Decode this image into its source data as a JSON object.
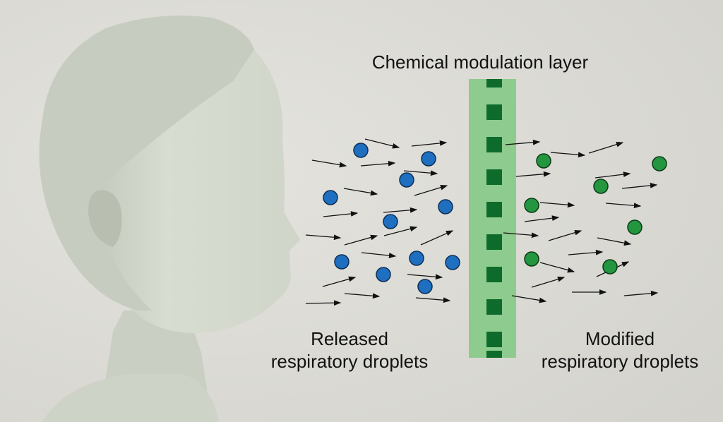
{
  "title": "Chemical modulation layer",
  "left_label": {
    "line1": "Released",
    "line2": "respiratory droplets"
  },
  "right_label": {
    "line1": "Modified",
    "line2": "respiratory droplets"
  },
  "colors": {
    "background": "#dddcd7",
    "head": "#d3d9cc",
    "layer": "#8dcb8e",
    "layer_squares": "#0e6b2c",
    "released_droplet": "#1f6fc0",
    "modified_droplet": "#23963f",
    "arrow": "#111111"
  },
  "counts": {
    "released_droplets": 11,
    "modified_droplets": 7
  }
}
